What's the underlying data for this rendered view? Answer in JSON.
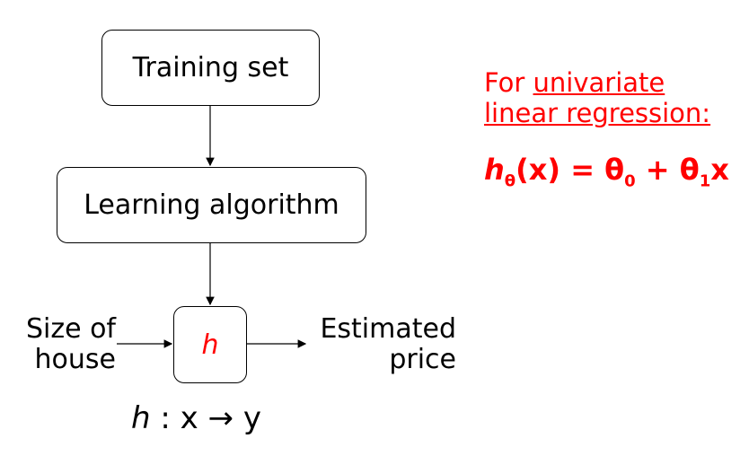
{
  "flow": {
    "training_set": "Training set",
    "learning_algorithm": "Learning algorithm",
    "hypothesis": "h",
    "input_line1": "Size of",
    "input_line2": "house",
    "output_line1": "Estimated",
    "output_line2": "price"
  },
  "mapping": {
    "h": "h",
    "rest": " : x → y"
  },
  "note": {
    "prefix": "For ",
    "underlined_1": "univariate",
    "underlined_2": "linear regression:",
    "formula_h": "h",
    "formula_sub_theta": "θ",
    "formula_mid": "(x) = θ",
    "formula_sub0": "0",
    "formula_plus": " + θ",
    "formula_sub1": "1",
    "formula_end": "x"
  },
  "colors": {
    "accent": "#ff0000",
    "text": "#000000"
  }
}
